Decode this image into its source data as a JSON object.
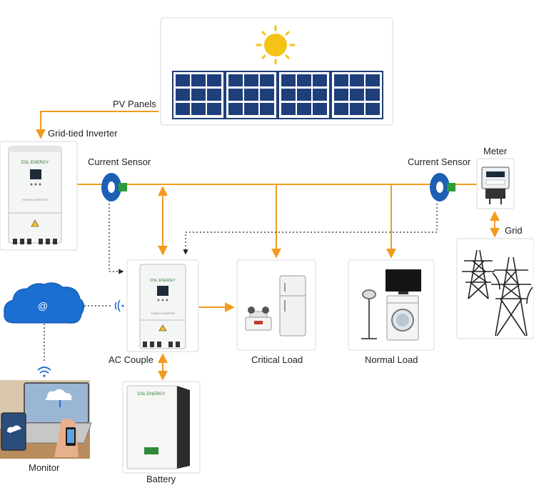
{
  "labels": {
    "pv_panels": "PV Panels",
    "grid_tied_inverter": "Grid-tied Inverter",
    "current_sensor_left": "Current Sensor",
    "current_sensor_right": "Current Sensor",
    "meter": "Meter",
    "grid": "Grid",
    "ac_couple": "AC Couple",
    "critical_load": "Critical Load",
    "normal_load": "Normal Load",
    "battery": "Battery",
    "monitor": "Monitor"
  },
  "devices": {
    "brand": "DSL ENERGY",
    "inverter_model": "HYBRID INVERTER",
    "cloud_symbol": "@"
  },
  "colors": {
    "power_line": "#f39a1e",
    "panel_blue": "#1f3f7a",
    "sun": "#f5c316",
    "cloud": "#1a6fd0",
    "sensor": "#1d5fb5",
    "tower": "#222222",
    "battery_screen": "#2e8b3a"
  }
}
